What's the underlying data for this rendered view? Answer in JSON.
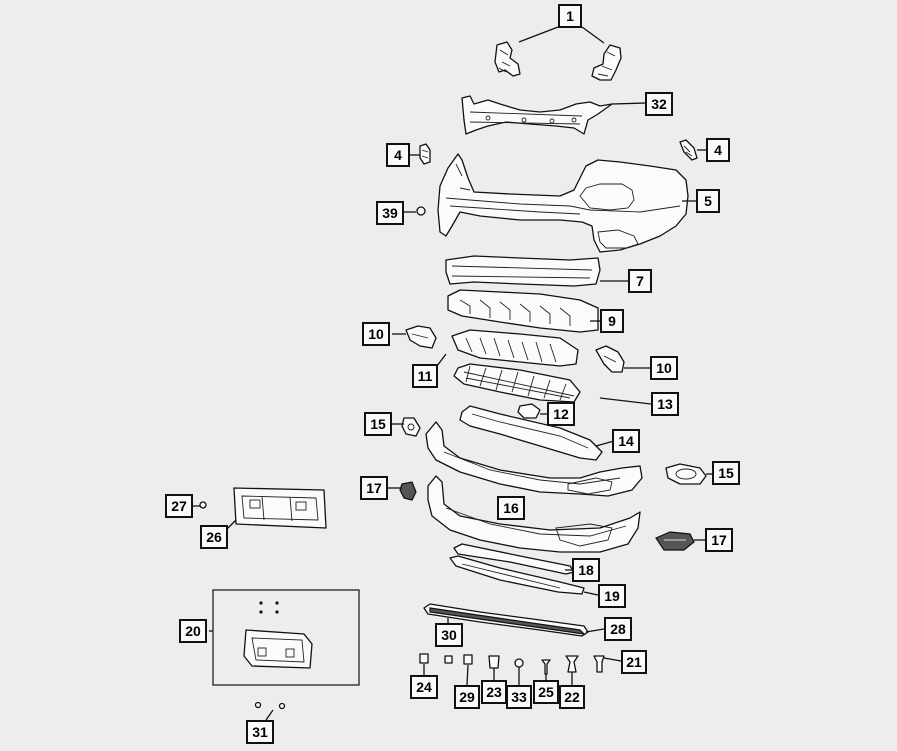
{
  "callouts": [
    {
      "id": "c1",
      "label": "1"
    },
    {
      "id": "c32",
      "label": "32"
    },
    {
      "id": "c4a",
      "label": "4"
    },
    {
      "id": "c4b",
      "label": "4"
    },
    {
      "id": "c39",
      "label": "39"
    },
    {
      "id": "c5",
      "label": "5"
    },
    {
      "id": "c7",
      "label": "7"
    },
    {
      "id": "c9",
      "label": "9"
    },
    {
      "id": "c10a",
      "label": "10"
    },
    {
      "id": "c11",
      "label": "11"
    },
    {
      "id": "c10b",
      "label": "10"
    },
    {
      "id": "c13",
      "label": "13"
    },
    {
      "id": "c12",
      "label": "12"
    },
    {
      "id": "c15a",
      "label": "15"
    },
    {
      "id": "c14",
      "label": "14"
    },
    {
      "id": "c15b",
      "label": "15"
    },
    {
      "id": "c17a",
      "label": "17"
    },
    {
      "id": "c27",
      "label": "27"
    },
    {
      "id": "c16",
      "label": "16"
    },
    {
      "id": "c26",
      "label": "26"
    },
    {
      "id": "c17b",
      "label": "17"
    },
    {
      "id": "c18",
      "label": "18"
    },
    {
      "id": "c19",
      "label": "19"
    },
    {
      "id": "c20",
      "label": "20"
    },
    {
      "id": "c30",
      "label": "30"
    },
    {
      "id": "c28",
      "label": "28"
    },
    {
      "id": "c21",
      "label": "21"
    },
    {
      "id": "c24",
      "label": "24"
    },
    {
      "id": "c29",
      "label": "29"
    },
    {
      "id": "c23",
      "label": "23"
    },
    {
      "id": "c33",
      "label": "33"
    },
    {
      "id": "c25",
      "label": "25"
    },
    {
      "id": "c22",
      "label": "22"
    },
    {
      "id": "c31",
      "label": "31"
    }
  ]
}
